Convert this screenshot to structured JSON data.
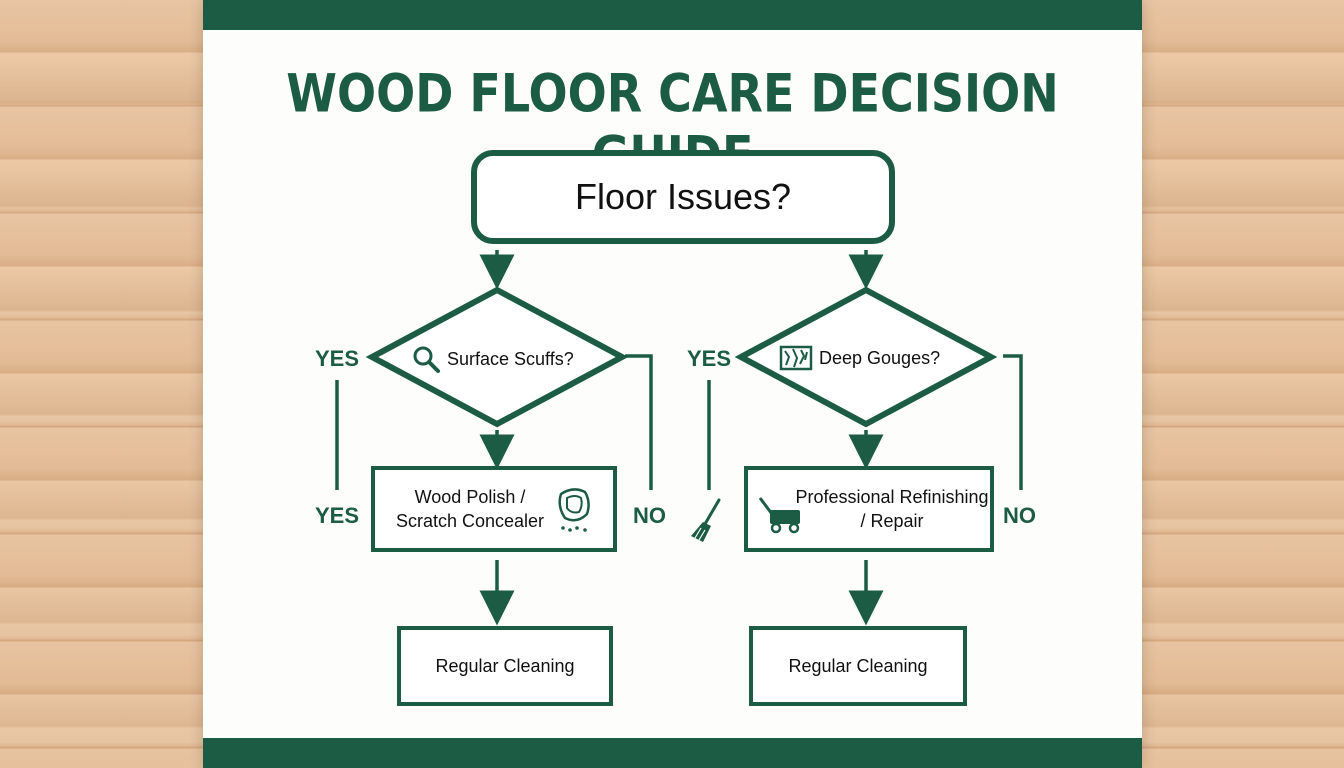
{
  "title": "WOOD FLOOR CARE DECISION  GUIDE",
  "start": {
    "label": "Floor Issues?"
  },
  "left": {
    "question": "Surface Scuffs?",
    "yes_label_top": "YES",
    "yes_label_mid": "YES",
    "no_label": "NO",
    "action_line1": "Wood Polish /",
    "action_line2": "Scratch Concealer",
    "end": "Regular Cleaning"
  },
  "right": {
    "question": "Deep Gouges?",
    "yes_label_top": "YES",
    "no_label": "NO",
    "action_line1": "Professional Refinishing",
    "action_line2": "/ Repair",
    "end": "Regular Cleaning"
  },
  "colors": {
    "accent": "#1c5c45",
    "text": "#111111",
    "paper": "#fdfdfc"
  },
  "icons": {
    "left_question": "magnifier-icon",
    "right_question": "damaged-floor-icon",
    "left_action": "polish-cloth-icon",
    "right_action": "floor-sander-icon",
    "broom": "broom-icon"
  }
}
